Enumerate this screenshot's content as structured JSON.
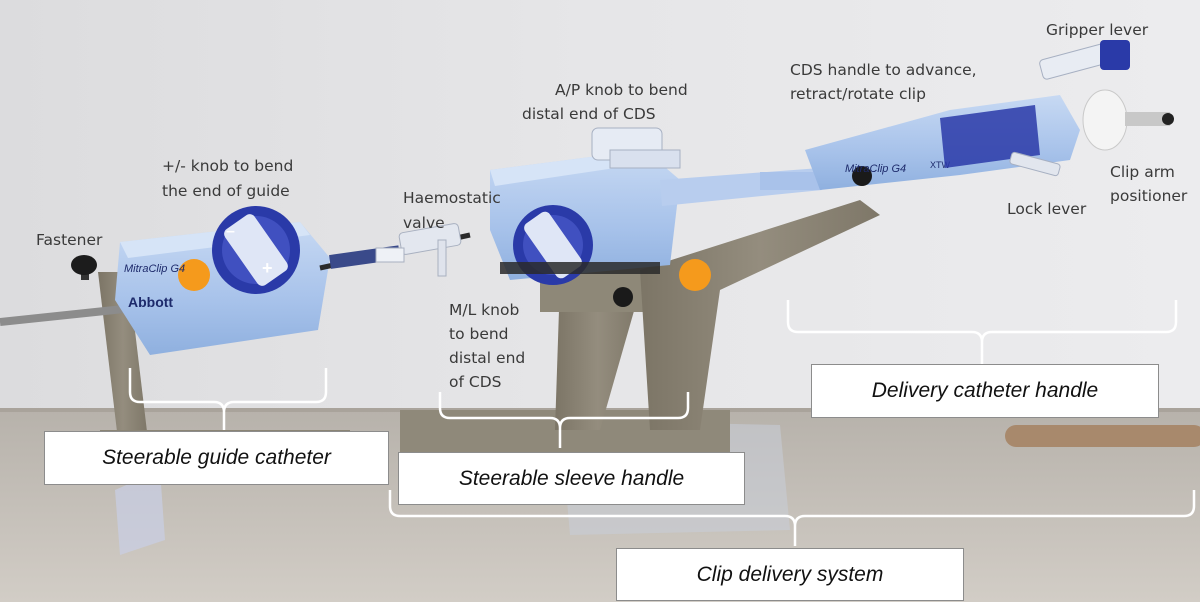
{
  "annotations": {
    "gripper_lever": "Gripper lever",
    "cds_handle_line1": "CDS handle to advance,",
    "cds_handle_line2": "retract/rotate clip",
    "ap_knob_line1": "A/P knob to bend",
    "ap_knob_line2": "distal end of CDS",
    "pm_knob_line1": "+/- knob to bend",
    "pm_knob_line2": "the end of guide",
    "haemostatic_line1": "Haemostatic",
    "haemostatic_line2": "valve",
    "fastener": "Fastener",
    "ml_knob_line1": "M/L knob",
    "ml_knob_line2": "to bend",
    "ml_knob_line3": "distal end",
    "ml_knob_line4": "of CDS",
    "clip_arm_line1": "Clip arm",
    "clip_arm_line2": "positioner",
    "lock_lever": "Lock lever"
  },
  "device_labels": {
    "brand_mitraclip": "MitraClip G4",
    "brand_abbott": "Abbott",
    "brand_mitraclip_handle": "MitraClip G4",
    "xtw": "XTW"
  },
  "section_boxes": {
    "steerable_guide_catheter": "Steerable guide catheter",
    "steerable_sleeve_handle": "Steerable sleeve handle",
    "delivery_catheter_handle": "Delivery catheter handle",
    "clip_delivery_system": "Clip delivery system"
  },
  "colors": {
    "device_body": "#a9c4ea",
    "knob_blue": "#2a3aa8",
    "stand_metal": "#8a8272",
    "sticker_orange": "#f59a1c"
  }
}
